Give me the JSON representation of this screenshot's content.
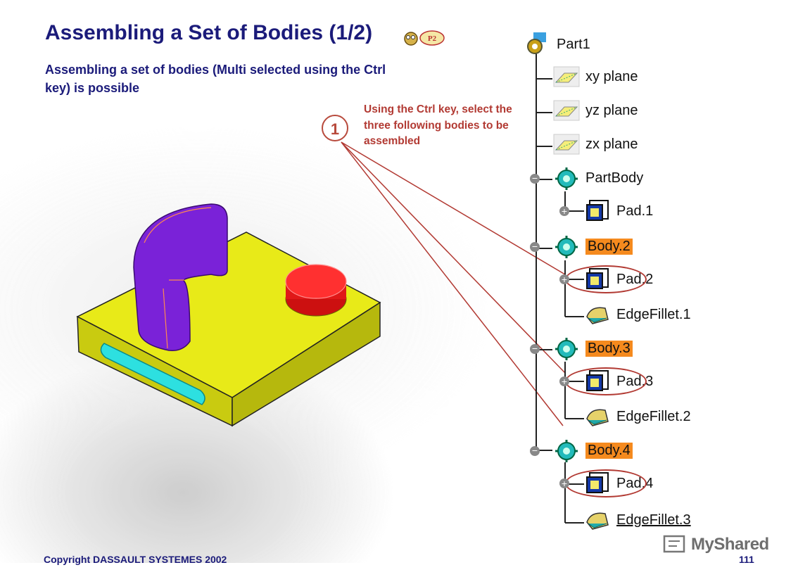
{
  "slide": {
    "title": "Assembling a Set of Bodies (1/2)",
    "title_badge": "P2",
    "subtitle": "Assembling a set of bodies (Multi selected using the Ctrl key) is possible",
    "step_number": "1",
    "instruction": "Using the Ctrl key, select the three following bodies to be assembled",
    "copyright": "Copyright DASSAULT SYSTEMES 2002",
    "page_number": "111",
    "watermark": "MyShared",
    "accent_color": "#1b1b7a",
    "arrow_color": "#b23a33",
    "highlight_color": "#f58a1e"
  },
  "tree": {
    "root": "Part1",
    "items": [
      {
        "label": "xy plane",
        "icon": "plane-icon"
      },
      {
        "label": "yz plane",
        "icon": "plane-icon"
      },
      {
        "label": "zx plane",
        "icon": "plane-icon"
      },
      {
        "label": "PartBody",
        "icon": "body-gear-icon"
      },
      {
        "label": "Pad.1",
        "icon": "pad-icon"
      },
      {
        "label": "Body.2",
        "icon": "body-gear-icon",
        "highlighted": true
      },
      {
        "label": "Pad.2",
        "icon": "pad-icon",
        "circled": true
      },
      {
        "label": "EdgeFillet.1",
        "icon": "edgefillet-icon"
      },
      {
        "label": "Body.3",
        "icon": "body-gear-icon",
        "highlighted": true
      },
      {
        "label": "Pad.3",
        "icon": "pad-icon",
        "circled": true
      },
      {
        "label": "EdgeFillet.2",
        "icon": "edgefillet-icon"
      },
      {
        "label": "Body.4",
        "icon": "body-gear-icon",
        "highlighted": true
      },
      {
        "label": "Pad.4",
        "icon": "pad-icon",
        "circled": true
      },
      {
        "label": "EdgeFillet.3",
        "icon": "edgefillet-icon"
      }
    ]
  }
}
